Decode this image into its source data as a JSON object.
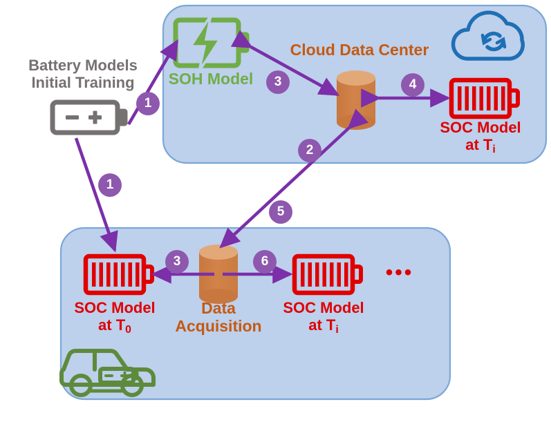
{
  "diagram": {
    "title_left": "Battery Models\nInitial Training",
    "colors": {
      "panel_fill": "#BDD0EC",
      "panel_stroke": "#7BA7D7",
      "arrow": "#7B2FA8",
      "badge": "#8E58AE",
      "gray": "#767171",
      "green": "#70AD47",
      "orange": "#C55A11",
      "red": "#E00000",
      "cloud_blue": "#1F6FB5",
      "cylinder_body": "#D2834A",
      "cylinder_top": "#E3A878"
    }
  },
  "left_block": {
    "title_line1": "Battery Models",
    "title_line2": "Initial Training",
    "battery_minus": "−",
    "battery_plus": "+"
  },
  "cloud_panel": {
    "title": "Cloud Data Center",
    "soh_label": "SOH Model",
    "soc_label_line1": "SOC Model",
    "soc_label_line2_prefix": "at T",
    "soc_label_line2_sub": "i"
  },
  "vehicle_panel": {
    "soc_left_line1": "SOC Model",
    "soc_left_line2_prefix": "at T",
    "soc_left_line2_sub": "0",
    "data_label_line1": "Data",
    "data_label_line2": "Acquisition",
    "soc_right_line1": "SOC Model",
    "soc_right_line2_prefix": "at T",
    "soc_right_line2_sub": "i",
    "ellipsis": "•••"
  },
  "step_badges": [
    {
      "id": "badge-1-top",
      "label": "1"
    },
    {
      "id": "badge-1-bottom",
      "label": "1"
    },
    {
      "id": "badge-3-cloud",
      "label": "3"
    },
    {
      "id": "badge-4",
      "label": "4"
    },
    {
      "id": "badge-2",
      "label": "2"
    },
    {
      "id": "badge-5",
      "label": "5"
    },
    {
      "id": "badge-3-veh",
      "label": "3"
    },
    {
      "id": "badge-6",
      "label": "6"
    }
  ]
}
